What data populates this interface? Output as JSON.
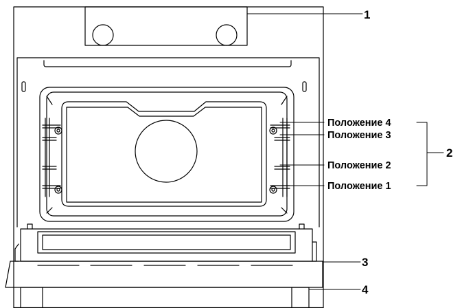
{
  "callouts": {
    "c1": "1",
    "c2": "2",
    "c3": "3",
    "c4": "4"
  },
  "positions": [
    {
      "label": "Положение 4"
    },
    {
      "label": "Положение 3"
    },
    {
      "label": "Положение 2"
    },
    {
      "label": "Положение 1"
    }
  ],
  "colors": {
    "stroke": "#000000",
    "background": "#ffffff"
  }
}
